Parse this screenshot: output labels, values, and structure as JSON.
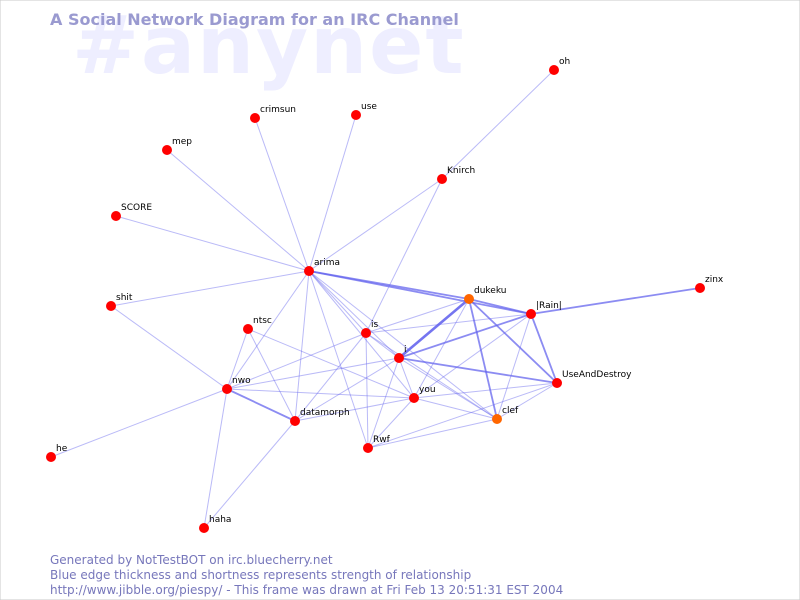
{
  "watermark": "#anynet",
  "title": "A Social Network Diagram for an IRC Channel",
  "footer": {
    "line1": "Generated by NotTestBOT on irc.bluecherry.net",
    "line2": "Blue edge thickness and shortness represents strength of relationship",
    "line3": "http://www.jibble.org/piespy/ - This frame was drawn at Fri Feb 13 20:51:31 EST 2004"
  },
  "colors": {
    "background": "#ffffff",
    "title": "#9a9ad0",
    "watermark": "#eeeeff",
    "footer": "#7777bb",
    "edge": "#6666ee",
    "node_default": "#ff0000",
    "node_active": "#ff6600"
  },
  "nodes": [
    {
      "id": "oh",
      "label": "oh",
      "color": "#ff0000"
    },
    {
      "id": "crimsun",
      "label": "crimsun",
      "color": "#ff0000"
    },
    {
      "id": "use",
      "label": "use",
      "color": "#ff0000"
    },
    {
      "id": "mep",
      "label": "mep",
      "color": "#ff0000"
    },
    {
      "id": "Knirch",
      "label": "Knirch",
      "color": "#ff0000"
    },
    {
      "id": "SCORE",
      "label": "SCORE",
      "color": "#ff0000"
    },
    {
      "id": "arima",
      "label": "arima",
      "color": "#ff0000"
    },
    {
      "id": "zinx",
      "label": "zinx",
      "color": "#ff0000"
    },
    {
      "id": "dukeku",
      "label": "dukeku",
      "color": "#ff6600"
    },
    {
      "id": "shit",
      "label": "shit",
      "color": "#ff0000"
    },
    {
      "id": "Rain",
      "label": "|Rain|",
      "color": "#ff0000"
    },
    {
      "id": "ntsc",
      "label": "ntsc",
      "color": "#ff0000"
    },
    {
      "id": "is",
      "label": "is",
      "color": "#ff0000"
    },
    {
      "id": "i",
      "label": "i",
      "color": "#ff0000"
    },
    {
      "id": "UseAndDestroy",
      "label": "UseAndDestroy",
      "color": "#ff0000"
    },
    {
      "id": "nwo",
      "label": "nwo",
      "color": "#ff0000"
    },
    {
      "id": "you",
      "label": "you",
      "color": "#ff0000"
    },
    {
      "id": "datamorph",
      "label": "datamorph",
      "color": "#ff0000"
    },
    {
      "id": "clef",
      "label": "clef",
      "color": "#ff6600"
    },
    {
      "id": "Rwf",
      "label": "Rwf",
      "color": "#ff0000"
    },
    {
      "id": "he",
      "label": "he",
      "color": "#ff0000"
    },
    {
      "id": "haha",
      "label": "haha",
      "color": "#ff0000"
    }
  ],
  "edges": [
    {
      "from": "oh",
      "to": "Knirch",
      "weight": 1
    },
    {
      "from": "Knirch",
      "to": "arima",
      "weight": 1
    },
    {
      "from": "Knirch",
      "to": "is",
      "weight": 1
    },
    {
      "from": "crimsun",
      "to": "arima",
      "weight": 1
    },
    {
      "from": "use",
      "to": "arima",
      "weight": 1
    },
    {
      "from": "mep",
      "to": "arima",
      "weight": 1
    },
    {
      "from": "SCORE",
      "to": "arima",
      "weight": 1
    },
    {
      "from": "shit",
      "to": "arima",
      "weight": 1
    },
    {
      "from": "shit",
      "to": "nwo",
      "weight": 1
    },
    {
      "from": "arima",
      "to": "dukeku",
      "weight": 2
    },
    {
      "from": "arima",
      "to": "Rain",
      "weight": 2
    },
    {
      "from": "arima",
      "to": "is",
      "weight": 1
    },
    {
      "from": "arima",
      "to": "i",
      "weight": 1
    },
    {
      "from": "arima",
      "to": "nwo",
      "weight": 1
    },
    {
      "from": "arima",
      "to": "datamorph",
      "weight": 1
    },
    {
      "from": "arima",
      "to": "Rwf",
      "weight": 1
    },
    {
      "from": "arima",
      "to": "clef",
      "weight": 1
    },
    {
      "from": "arima",
      "to": "you",
      "weight": 1
    },
    {
      "from": "zinx",
      "to": "Rain",
      "weight": 2
    },
    {
      "from": "dukeku",
      "to": "Rain",
      "weight": 2
    },
    {
      "from": "dukeku",
      "to": "i",
      "weight": 3
    },
    {
      "from": "dukeku",
      "to": "UseAndDestroy",
      "weight": 2
    },
    {
      "from": "dukeku",
      "to": "clef",
      "weight": 2
    },
    {
      "from": "dukeku",
      "to": "is",
      "weight": 1
    },
    {
      "from": "dukeku",
      "to": "you",
      "weight": 1
    },
    {
      "from": "Rain",
      "to": "i",
      "weight": 2
    },
    {
      "from": "Rain",
      "to": "UseAndDestroy",
      "weight": 2
    },
    {
      "from": "Rain",
      "to": "clef",
      "weight": 1
    },
    {
      "from": "Rain",
      "to": "you",
      "weight": 1
    },
    {
      "from": "Rain",
      "to": "is",
      "weight": 1
    },
    {
      "from": "i",
      "to": "UseAndDestroy",
      "weight": 2
    },
    {
      "from": "i",
      "to": "is",
      "weight": 1
    },
    {
      "from": "i",
      "to": "nwo",
      "weight": 1
    },
    {
      "from": "i",
      "to": "datamorph",
      "weight": 1
    },
    {
      "from": "i",
      "to": "Rwf",
      "weight": 1
    },
    {
      "from": "i",
      "to": "clef",
      "weight": 1
    },
    {
      "from": "i",
      "to": "you",
      "weight": 1
    },
    {
      "from": "is",
      "to": "nwo",
      "weight": 1
    },
    {
      "from": "is",
      "to": "datamorph",
      "weight": 1
    },
    {
      "from": "is",
      "to": "Rwf",
      "weight": 1
    },
    {
      "from": "is",
      "to": "clef",
      "weight": 1
    },
    {
      "from": "ntsc",
      "to": "nwo",
      "weight": 1
    },
    {
      "from": "ntsc",
      "to": "datamorph",
      "weight": 1
    },
    {
      "from": "ntsc",
      "to": "you",
      "weight": 1
    },
    {
      "from": "nwo",
      "to": "datamorph",
      "weight": 2
    },
    {
      "from": "nwo",
      "to": "you",
      "weight": 1
    },
    {
      "from": "nwo",
      "to": "he",
      "weight": 1
    },
    {
      "from": "nwo",
      "to": "haha",
      "weight": 1
    },
    {
      "from": "datamorph",
      "to": "you",
      "weight": 1
    },
    {
      "from": "datamorph",
      "to": "haha",
      "weight": 1
    },
    {
      "from": "you",
      "to": "clef",
      "weight": 1
    },
    {
      "from": "you",
      "to": "Rwf",
      "weight": 1
    },
    {
      "from": "you",
      "to": "UseAndDestroy",
      "weight": 1
    },
    {
      "from": "clef",
      "to": "UseAndDestroy",
      "weight": 1
    },
    {
      "from": "Rwf",
      "to": "clef",
      "weight": 1
    },
    {
      "from": "Rwf",
      "to": "UseAndDestroy",
      "weight": 1
    }
  ]
}
